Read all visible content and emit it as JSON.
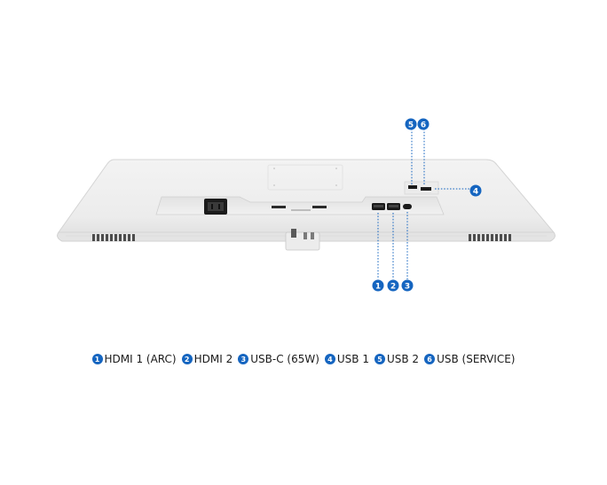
{
  "accent_color": "#1565c0",
  "callouts": [
    {
      "num": "1",
      "label": "HDMI 1 (ARC)"
    },
    {
      "num": "2",
      "label": "HDMI 2"
    },
    {
      "num": "3",
      "label": "USB-C (65W)"
    },
    {
      "num": "4",
      "label": "USB 1"
    },
    {
      "num": "5",
      "label": "USB 2"
    },
    {
      "num": "6",
      "label": "USB (SERVICE)"
    }
  ],
  "icons": {
    "power": "power-socket-icon",
    "hdmi": "hdmi-port-icon",
    "usb": "usb-port-icon",
    "usbc": "usb-c-port-icon"
  }
}
